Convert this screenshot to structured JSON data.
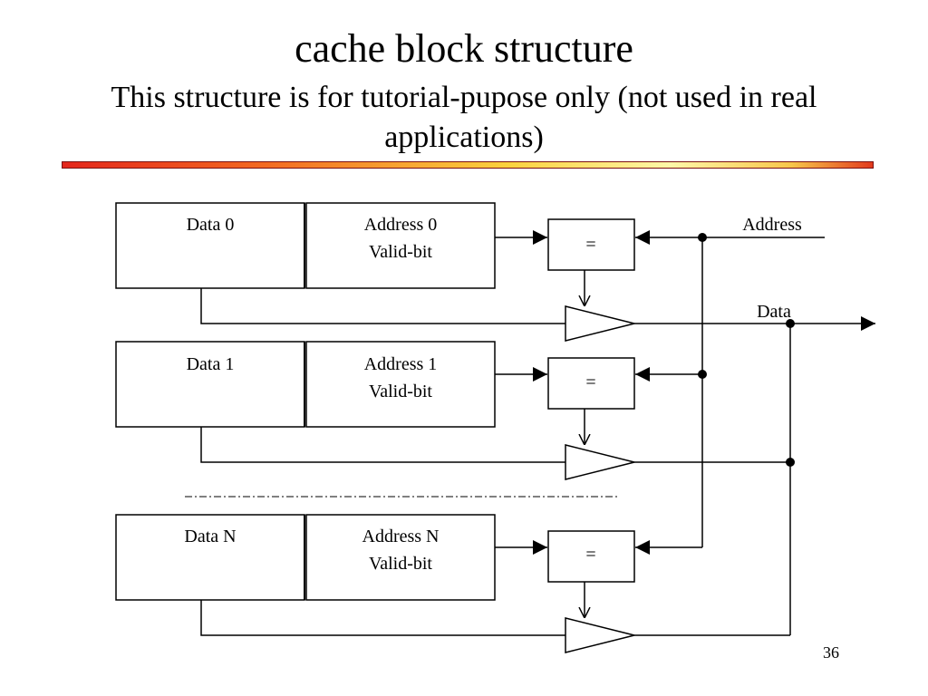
{
  "slide": {
    "title": "cache block structure",
    "subtitle": "This structure is for tutorial-pupose only (not used in real applications)",
    "page_number": "36"
  },
  "diagram": {
    "rows": [
      {
        "data_label": "Data 0",
        "address_label": "Address 0",
        "valid_label": "Valid-bit",
        "comparator_label": "="
      },
      {
        "data_label": "Data 1",
        "address_label": "Address 1",
        "valid_label": "Valid-bit",
        "comparator_label": "="
      },
      {
        "data_label": "Data N",
        "address_label": "Address N",
        "valid_label": "Valid-bit",
        "comparator_label": "="
      }
    ],
    "address_bus_label": "Address",
    "data_bus_label": "Data"
  }
}
